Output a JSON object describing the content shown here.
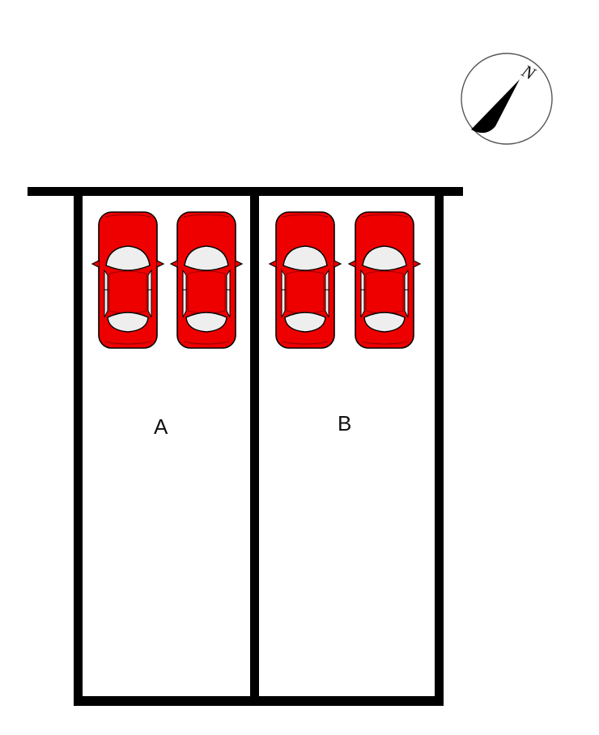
{
  "compass": {
    "label": "N",
    "icon": "north-arrow-icon"
  },
  "lots": [
    {
      "label": "A",
      "car_count": 2
    },
    {
      "label": "B",
      "car_count": 2
    }
  ],
  "colors": {
    "car_body": "#ee0000",
    "car_glass": "#eeeeee",
    "outline": "#000000",
    "background": "#ffffff"
  },
  "icons": {
    "car": "car-top-view-icon"
  }
}
